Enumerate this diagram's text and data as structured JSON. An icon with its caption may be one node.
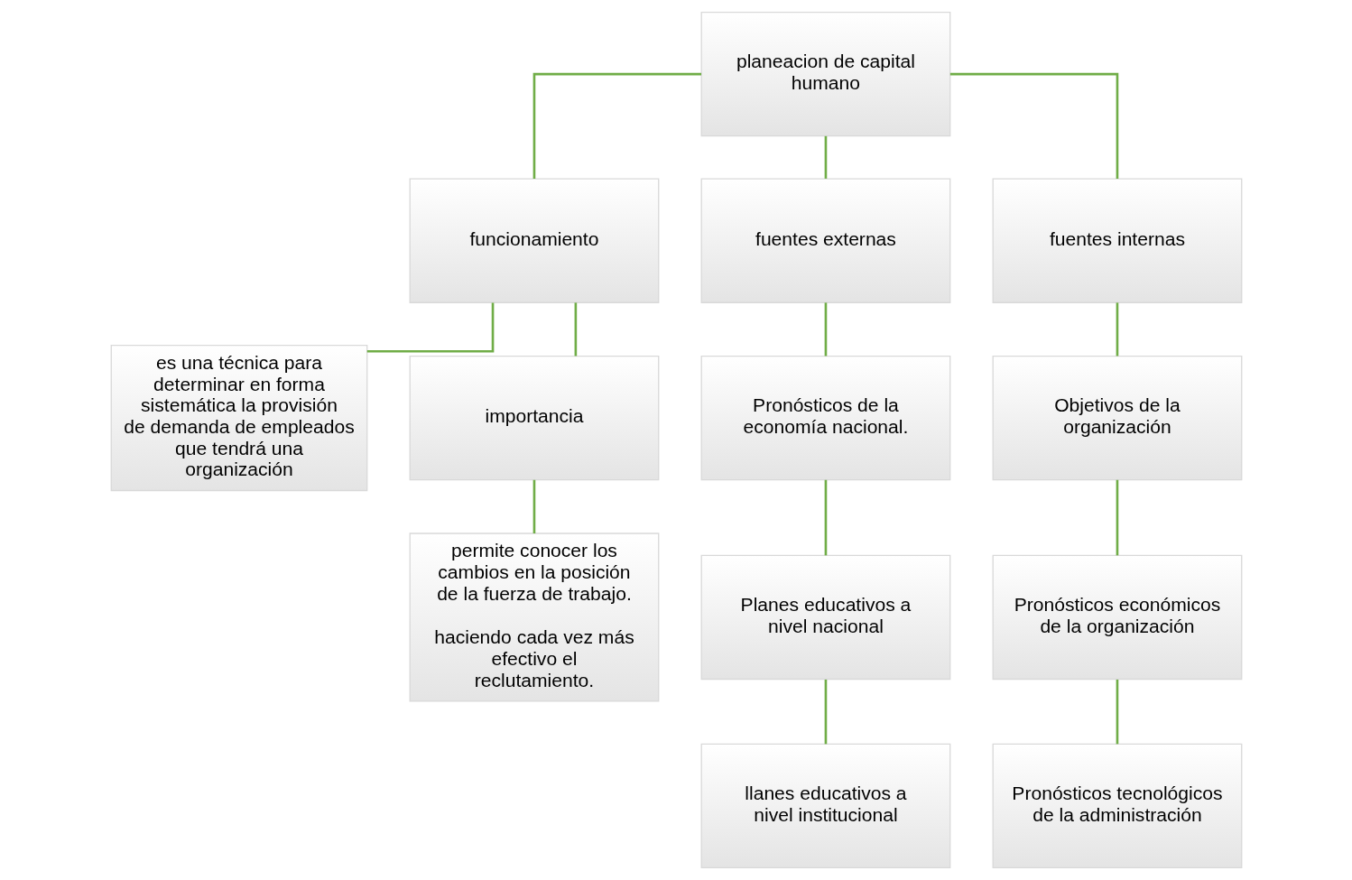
{
  "diagram": {
    "nodes": [
      {
        "text": [
          "planeacion de capital humano"
        ]
      },
      {
        "text": [
          "funcionamiento"
        ]
      },
      {
        "text": [
          "fuentes externas"
        ]
      },
      {
        "text": [
          "fuentes internas"
        ]
      },
      {
        "text": [
          "es una técnica para determinar en forma sistemática la provisión de demanda de empleados que tendrá una organización"
        ]
      },
      {
        "text": [
          "importancia"
        ]
      },
      {
        "text": [
          "permite conocer los cambios en la posición de la fuerza de trabajo.",
          "haciendo cada vez más efectivo el reclutamiento."
        ]
      },
      {
        "text": [
          "Pronósticos de la economía nacional."
        ]
      },
      {
        "text": [
          "Planes educativos a nivel nacional"
        ]
      },
      {
        "text": [
          "llanes educativos a nivel institucional"
        ]
      },
      {
        "text": [
          "Objetivos de la organización"
        ]
      },
      {
        "text": [
          "Pronósticos económicos de la organización"
        ]
      },
      {
        "text": [
          "Pronósticos tecnológicos de la administración"
        ]
      }
    ],
    "edges": [
      {
        "from": 0,
        "to": 1,
        "arrow": "none"
      },
      {
        "from": 0,
        "to": 2,
        "arrow": "none"
      },
      {
        "from": 0,
        "to": 3,
        "arrow": "none"
      },
      {
        "from": 1,
        "to": 4,
        "arrow": "none"
      },
      {
        "from": 1,
        "to": 5,
        "arrow": "none"
      },
      {
        "from": 5,
        "to": 6,
        "arrow": "none"
      },
      {
        "from": 2,
        "to": 7,
        "arrow": "none"
      },
      {
        "from": 7,
        "to": 8,
        "arrow": "none"
      },
      {
        "from": 8,
        "to": 9,
        "arrow": "none"
      },
      {
        "from": 3,
        "to": 10,
        "arrow": "none"
      },
      {
        "from": 10,
        "to": 11,
        "arrow": "none"
      },
      {
        "from": 11,
        "to": 12,
        "arrow": "none"
      }
    ]
  }
}
